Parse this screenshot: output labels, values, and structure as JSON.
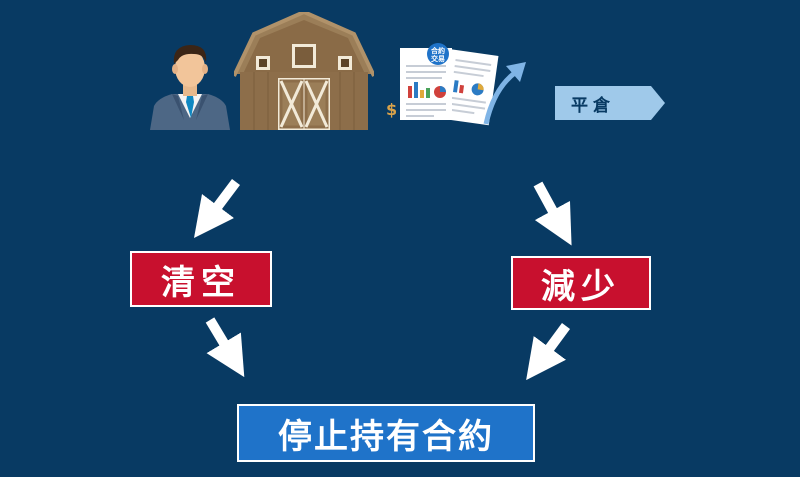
{
  "labels": {
    "settle": "平倉",
    "clear": "清空",
    "reduce": "減少",
    "stop": "停止持有合約"
  },
  "document": {
    "badge_line1": "合約",
    "badge_line2": "交易"
  },
  "icons": {
    "person": "businessman-icon",
    "barn": "barn-icon",
    "dollar": "dollar-sign-icon",
    "documents": "contract-documents-icon",
    "trend": "trend-arrow-icon",
    "arrow": "down-arrow-icon"
  },
  "colors": {
    "background": "#083a63",
    "red_box": "#c8102e",
    "blue_box": "#1f73c9",
    "tag": "#9fc9ea",
    "arrow": "#ffffff"
  }
}
